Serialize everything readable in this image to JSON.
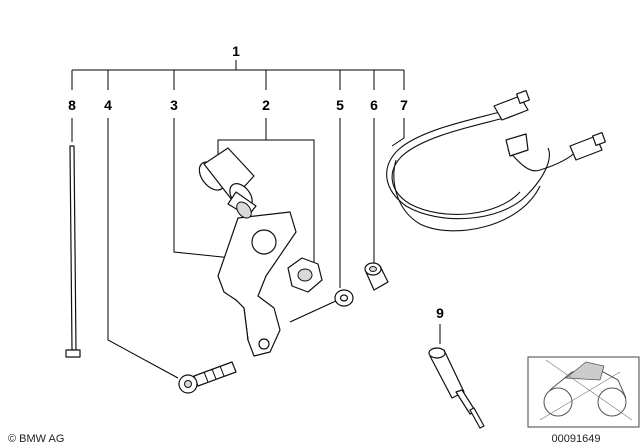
{
  "diagram": {
    "callouts": {
      "c1": "1",
      "c2": "2",
      "c3": "3",
      "c4": "4",
      "c5": "5",
      "c6": "6",
      "c7": "7",
      "c8": "8",
      "c9": "9"
    },
    "copyright": "© BMW AG",
    "drawing_number": "00091649",
    "thumbnail_icon": "motorcycle-thumbnail-icon"
  }
}
